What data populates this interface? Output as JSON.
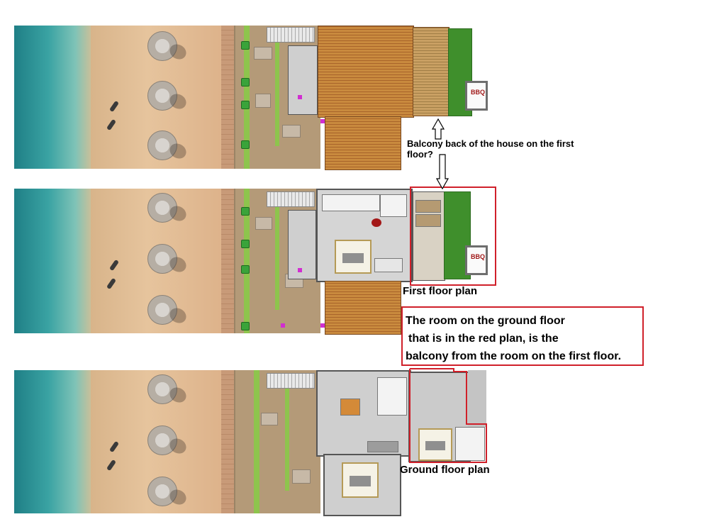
{
  "labels": {
    "balcony_question_line1": "Balcony  back of the house on the first",
    "balcony_question_line2": "floor?",
    "first_floor_plan": "First floor plan",
    "ground_floor_plan": "Ground floor plan",
    "note_line1": "The room on the ground floor",
    "note_line2": "that is in the red plan, is the",
    "note_line3": "balcony from the room on the first  floor."
  },
  "bbq_label": "BBQ",
  "colors": {
    "highlight_red": "#d0202a",
    "lawn_green": "#3f8f2c",
    "sea": "#2a8f94",
    "sand": "#e2bf97",
    "roof": "#b8743a"
  },
  "icons": [
    "up-arrow-icon",
    "down-arrow-icon",
    "beach-umbrella-icon",
    "bed-icon",
    "bbq-icon"
  ]
}
